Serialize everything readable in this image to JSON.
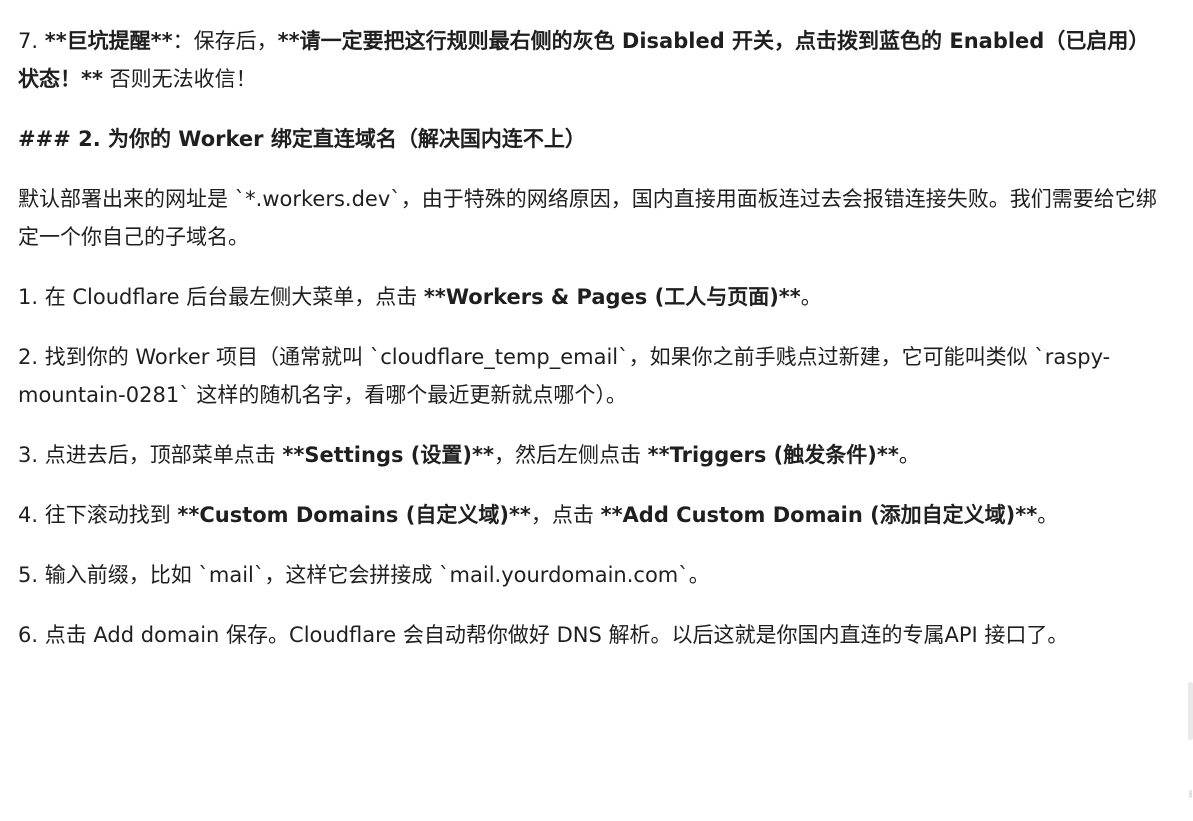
{
  "doc": {
    "p7": {
      "num": "7. ",
      "a": "**巨坑提醒**",
      "b": "：保存后，",
      "c": "**请一定要把这行规则最右侧的灰色 Disabled 开关，点击拨到蓝色的 Enabled（已启用）状态！**",
      "d": " 否则无法收信！"
    },
    "heading": "### 2. 为你的 Worker 绑定直连域名（解决国内连不上）",
    "intro": "默认部署出来的网址是 `*.workers.dev`，由于特殊的网络原因，国内直接用面板连过去会报错连接失败。我们需要给它绑定一个你自己的子域名。",
    "s1": {
      "a": "1. 在 Cloudflare 后台最左侧大菜单，点击 ",
      "b": "**Workers & Pages (工人与页面)**",
      "c": "。"
    },
    "s2": "2. 找到你的 Worker 项目（通常就叫 `cloudflare_temp_email`，如果你之前手贱点过新建，它可能叫类似 `raspy-mountain-0281` 这样的随机名字，看哪个最近更新就点哪个）。",
    "s3": {
      "a": "3. 点进去后，顶部菜单点击 ",
      "b": "**Settings (设置)**",
      "c": "，然后左侧点击 ",
      "d": "**Triggers (触发条件)**",
      "e": "。"
    },
    "s4": {
      "a": "4. 往下滚动找到 ",
      "b": "**Custom Domains (自定义域)**",
      "c": "，点击 ",
      "d": "**Add Custom Domain (添加自定义域)**",
      "e": "。"
    },
    "s5": "5. 输入前缀，比如 `mail`，这样它会拼接成 `mail.yourdomain.com`。",
    "s6": "6. 点击 Add domain 保存。Cloudflare 会自动帮你做好 DNS 解析。以后这就是你国内直连的专属API 接口了。"
  }
}
